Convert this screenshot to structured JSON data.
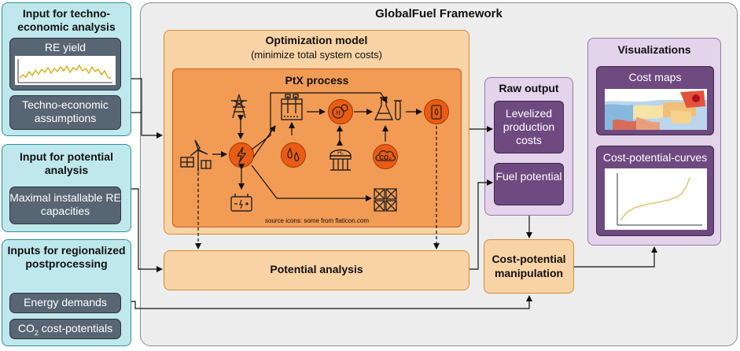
{
  "framework": {
    "title": "GlobalFuel Framework"
  },
  "inputs": {
    "techno": {
      "title": "Input for techno-economic analysis",
      "re_yield_label": "RE yield",
      "assumptions_label": "Techno-economic assumptions"
    },
    "potential": {
      "title": "Input for potential analysis",
      "capacities_label": "Maximal installable RE capacities"
    },
    "postproc": {
      "title": "Inputs for regionalized postprocessing",
      "energy_label": "Energy demands",
      "co2_label_pre": "CO",
      "co2_label_sub": "2",
      "co2_label_post": " cost-potentials"
    }
  },
  "optimization": {
    "title": "Optimization model",
    "subtitle": "(minimize total system costs)"
  },
  "ptx": {
    "title": "PtX process",
    "source_note": "source icons: some from flaticon.com"
  },
  "potential_analysis": {
    "label": "Potential analysis"
  },
  "raw_output": {
    "title": "Raw output",
    "lcoe_label": "Levelized production costs",
    "fuel_label": "Fuel potential"
  },
  "cost_potential": {
    "label": "Cost-potential manipulation"
  },
  "visualizations": {
    "title": "Visualizations",
    "maps_label": "Cost maps",
    "curves_label": "Cost-potential-curves"
  },
  "icons": [
    "wind-solar-icon",
    "power-pylon-icon",
    "battery-icon",
    "electricity-hub-icon",
    "electrolyzer-icon",
    "water-icon",
    "hydrogen-icon",
    "hydrogen-storage-icon",
    "co2-icon",
    "synthesis-flask-icon",
    "fuel-icon",
    "byproduct-crate-icon"
  ],
  "colors": {
    "teal": "#bfe8ec",
    "slate": "#586573",
    "orange_light": "#f8d3a6",
    "orange_mid": "#f29b55",
    "orange_icon": "#ea5b14",
    "violet_light": "#e3d3eb",
    "violet_dark": "#6e4a80"
  }
}
